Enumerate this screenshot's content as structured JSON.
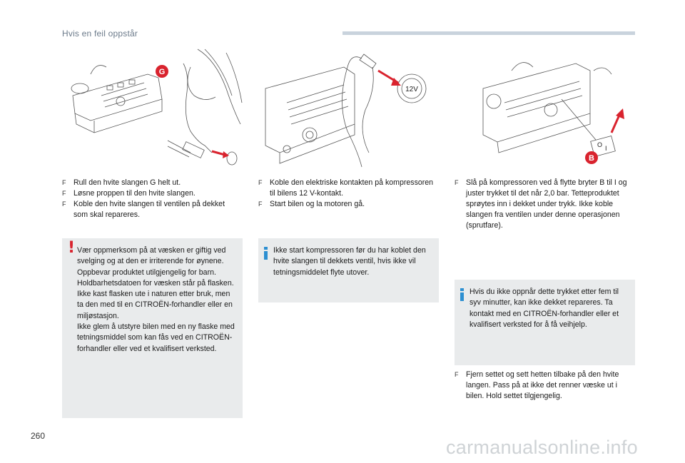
{
  "header": {
    "title": "Hvis en feil oppstår"
  },
  "figures": {
    "fig1": {
      "label": "G"
    },
    "fig2": {
      "label": "12V"
    },
    "fig3": {
      "label": "B",
      "switch_on": "O",
      "switch_off": "I"
    }
  },
  "column1": {
    "instructions": [
      "Rull den hvite slangen G helt ut.",
      "Løsne proppen til den hvite slangen.",
      "Koble den hvite slangen til ventilen på dekket som skal repareres."
    ],
    "warning": {
      "lines": [
        "Vær oppmerksom på at væsken er giftig ved svelging og at den er irriterende for øynene.",
        "Oppbevar produktet utilgjengelig for barn.",
        "Holdbarhetsdatoen for væsken står på flasken.",
        "Ikke kast flasken ute i naturen etter bruk, men ta den med til en CITROËN-forhandler eller en miljøstasjon.",
        "Ikke glem å utstyre bilen med en ny flaske med tetningsmiddel som kan fås ved en CITROËN-forhandler eller ved et kvalifisert verksted."
      ]
    }
  },
  "column2": {
    "instructions": [
      "Koble den elektriske kontakten på kompressoren til bilens 12 V-kontakt.",
      "Start bilen og la motoren gå."
    ],
    "info": "Ikke start kompressoren før du har koblet den hvite slangen til dekkets ventil, hvis ikke vil tetningsmiddelet flyte utover."
  },
  "column3": {
    "instructions": [
      "Slå på kompressoren ved å flytte bryter B til I og juster trykket til det når 2,0 bar. Tetteproduktet sprøytes inn i dekket under trykk. Ikke koble slangen fra ventilen under denne operasjonen (sprutfare)."
    ],
    "info": "Hvis du ikke oppnår dette trykket etter fem til syv minutter, kan ikke dekket repareres. Ta kontakt med en CITROËN-forhandler eller et kvalifisert verksted for å få veihjelp.",
    "final_instructions": [
      "Fjern settet og sett hetten tilbake på den hvite langen. Pass på at ikke det renner væske ut i bilen. Hold settet tilgjengelig."
    ]
  },
  "bullet_glyph": "F",
  "warning_glyph": "!",
  "page_number": "260",
  "watermark": "carmanualsonline.info",
  "colors": {
    "accent_red": "#d9232e",
    "info_blue": "#2c8fd1",
    "box_bg": "#e9ebec"
  }
}
